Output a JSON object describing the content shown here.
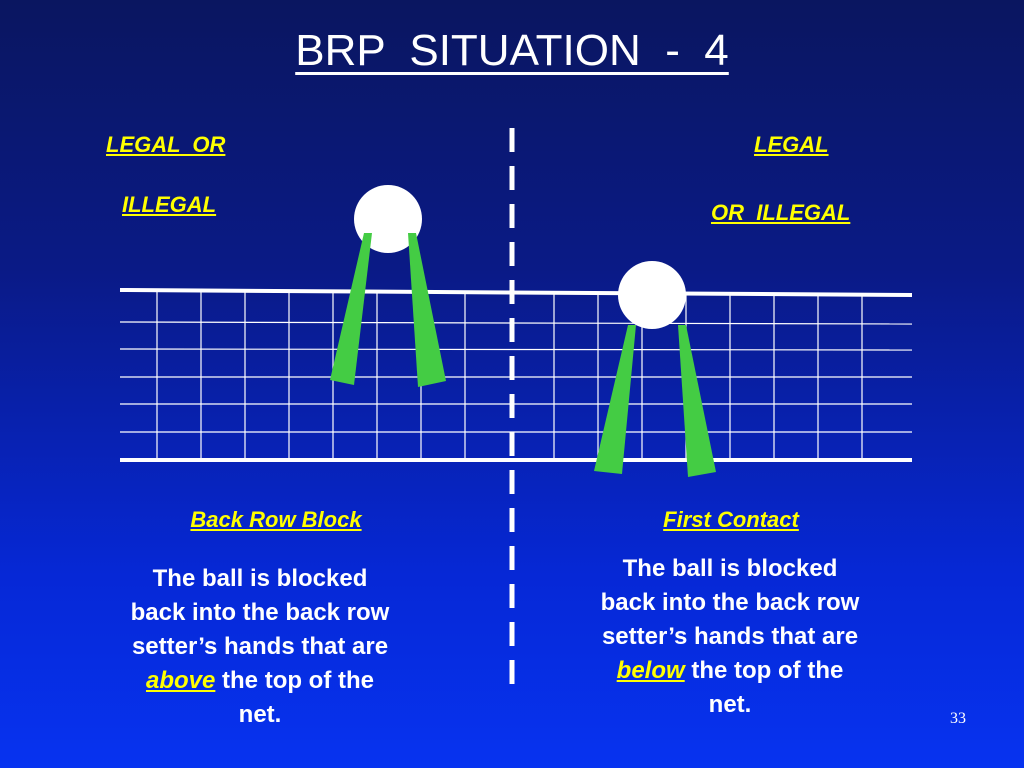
{
  "slide": {
    "title": "BRP  SITUATION  -  4",
    "page_number": "33",
    "left": {
      "question_line1": "LEGAL  OR",
      "question_line2": "ILLEGAL",
      "caption": "Back Row Block",
      "desc_before": "The ball is blocked back into the back row setter’s hands that are ",
      "desc_highlight": "above",
      "desc_after": " the top of the net."
    },
    "right": {
      "question_line1": "LEGAL",
      "question_line2": "OR  ILLEGAL",
      "caption": "First Contact",
      "desc_before": "The ball is blocked back into the back row setter’s hands that are ",
      "desc_highlight": "below",
      "desc_after": " the top of the net."
    }
  },
  "colors": {
    "text": "#ffffff",
    "accent": "#ffff00",
    "hands": "#44cc44",
    "net": "#ffffff"
  }
}
